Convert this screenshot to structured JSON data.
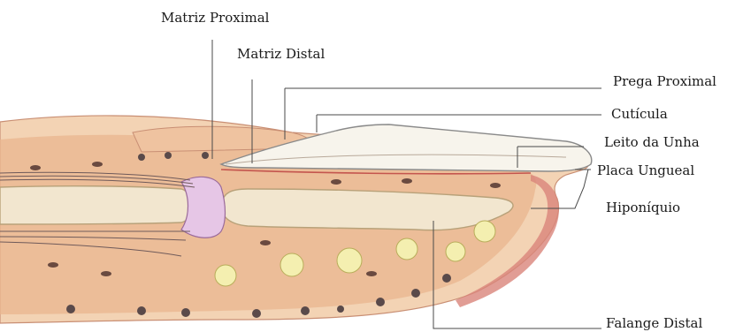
{
  "diagram": {
    "labels": {
      "matriz_proximal": "Matriz Proximal",
      "matriz_distal": "Matriz Distal",
      "prega_proximal": "Prega Proximal",
      "cuticula": "Cutícula",
      "leito_unha": "Leito da Unha",
      "placa_ungueal": "Placa Ungueal",
      "hiponiquio": "Hiponíquio",
      "falange_distal": "Falange Distal"
    },
    "colors": {
      "skin": "#f3d3b4",
      "dermis": "#e9b58f",
      "epidermis_rim": "#d9847b",
      "nail_plate": "#f7f4ec",
      "bone": "#f2e6cf",
      "joint": "#e6c6e6",
      "fat": "#f4efb0",
      "glands": "#4a4a4a"
    }
  }
}
